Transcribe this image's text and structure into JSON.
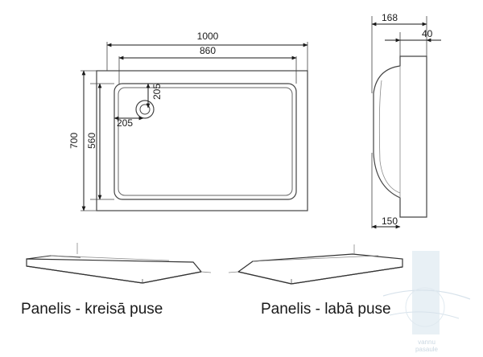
{
  "dimensions": {
    "outer_width": "1000",
    "inner_width": "860",
    "outer_height": "700",
    "inner_height": "560",
    "drain_vertical": "205",
    "drain_horizontal": "205",
    "side_depth_top": "168",
    "side_lip": "40",
    "side_depth_bottom": "150"
  },
  "captions": {
    "left": "Panelis - kreisā puse",
    "right": "Panelis - labā puse"
  },
  "watermark": {
    "line1": "vannu",
    "line2": "pasaule",
    "color": "#9fb7c9"
  }
}
